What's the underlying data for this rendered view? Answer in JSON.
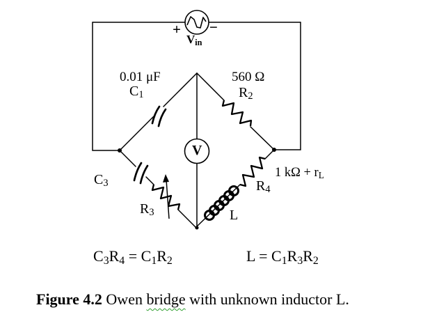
{
  "figure": {
    "source": {
      "plus_sign": "+",
      "minus_sign": "−",
      "vin_label": [
        {
          "t": "V"
        },
        {
          "t": "in",
          "sub": true
        }
      ]
    },
    "meter": {
      "label": "V"
    },
    "components": {
      "c1": {
        "value": "0.01 μF",
        "name": [
          {
            "t": "C"
          },
          {
            "t": "1",
            "sub": true
          }
        ]
      },
      "r2": {
        "value": "560 Ω",
        "name": [
          {
            "t": "R"
          },
          {
            "t": "2",
            "sub": true
          }
        ]
      },
      "c3": {
        "name": [
          {
            "t": "C"
          },
          {
            "t": "3",
            "sub": true
          }
        ]
      },
      "r3": {
        "name": [
          {
            "t": "R"
          },
          {
            "t": "3",
            "sub": true
          }
        ]
      },
      "r4": {
        "value": [
          {
            "t": "1 kΩ + r"
          },
          {
            "t": "L",
            "sub": true
          }
        ],
        "name": [
          {
            "t": "R"
          },
          {
            "t": "4",
            "sub": true
          }
        ]
      },
      "l": {
        "name": "L"
      }
    },
    "equations": {
      "balance": [
        {
          "t": "C"
        },
        {
          "t": "3",
          "sub": true
        },
        {
          "t": "R"
        },
        {
          "t": "4",
          "sub": true
        },
        {
          "t": " = C"
        },
        {
          "t": "1",
          "sub": true
        },
        {
          "t": "R"
        },
        {
          "t": "2",
          "sub": true
        }
      ],
      "inductance": [
        {
          "t": "L = C"
        },
        {
          "t": "1",
          "sub": true
        },
        {
          "t": "R"
        },
        {
          "t": "3",
          "sub": true
        },
        {
          "t": "R"
        },
        {
          "t": "2",
          "sub": true
        }
      ]
    },
    "caption": [
      {
        "t": "Figure 4.2",
        "b": true
      },
      {
        "t": " Owen "
      },
      {
        "t": "bridge",
        "wavy": true
      },
      {
        "t": " with unknown inductor L."
      }
    ],
    "colors": {
      "ink": "#000000",
      "spellcheck_squiggle": "#2f9e2f",
      "background": "#ffffff"
    }
  }
}
